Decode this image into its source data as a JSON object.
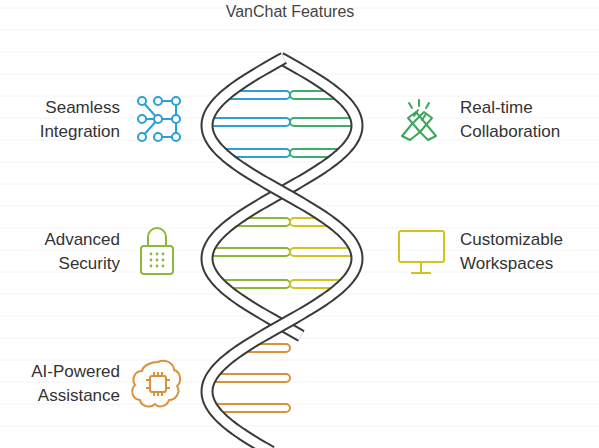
{
  "diagram": {
    "title": "VanChat Features",
    "labels": [
      "Seamless Integration",
      "Real-time Collaboration",
      "Advanced Security",
      "Customizable Workspaces",
      "AI-Powered Assistance"
    ]
  }
}
